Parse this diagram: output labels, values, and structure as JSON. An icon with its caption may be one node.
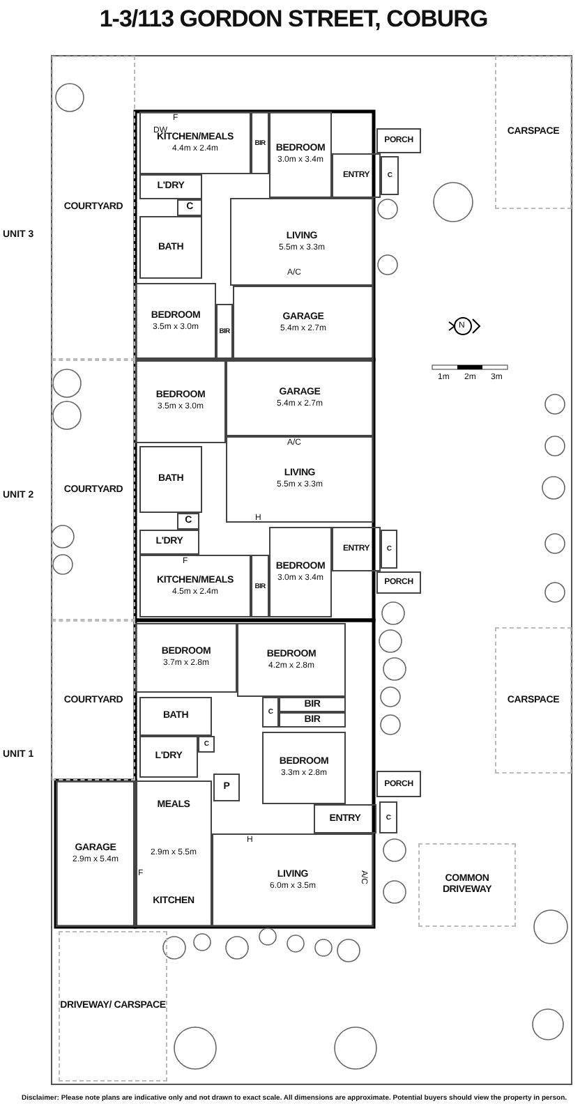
{
  "diagram": {
    "title": "1-3/113 GORDON STREET, COBURG",
    "caption": "Disclaimer: Please note plans are indicative only and not drawn to exact scale. All dimensions are approximate. Potential buyers should view the property in person.",
    "nodes": [
      {
        "text": [
          "CARSPACE"
        ]
      },
      {
        "text": [
          "KITCHEN/MEALS",
          "4.4m x 2.4m"
        ]
      },
      {
        "text": [
          "BIR"
        ]
      },
      {
        "text": [
          "BEDROOM",
          "3.0m x 3.4m"
        ]
      },
      {
        "text": [
          "PORCH"
        ]
      },
      {
        "text": [
          "ENTRY"
        ]
      },
      {
        "text": [
          "C"
        ]
      },
      {
        "text": [
          "L'DRY"
        ]
      },
      {
        "text": [
          "C"
        ]
      },
      {
        "text": [
          "BATH"
        ]
      },
      {
        "text": [
          "LIVING",
          "5.5m x 3.3m"
        ]
      },
      {
        "text": [
          "COURTYARD"
        ]
      },
      {
        "text": [
          "BEDROOM",
          "3.5m x 3.0m"
        ]
      },
      {
        "text": [
          "BIR"
        ]
      },
      {
        "text": [
          "GARAGE",
          "5.4m x 2.7m"
        ]
      },
      {
        "text": [
          "BEDROOM",
          "3.5m x 3.0m"
        ]
      },
      {
        "text": [
          "GARAGE",
          "5.4m x 2.7m"
        ]
      },
      {
        "text": [
          "BATH"
        ]
      },
      {
        "text": [
          "LIVING",
          "5.5m x 3.3m"
        ]
      },
      {
        "text": [
          "COURTYARD"
        ]
      },
      {
        "text": [
          "C"
        ]
      },
      {
        "text": [
          "L'DRY"
        ]
      },
      {
        "text": [
          "ENTRY"
        ]
      },
      {
        "text": [
          "C"
        ]
      },
      {
        "text": [
          "KITCHEN/MEALS",
          "4.5m x 2.4m"
        ]
      },
      {
        "text": [
          "BIR"
        ]
      },
      {
        "text": [
          "BEDROOM",
          "3.0m x 3.4m"
        ]
      },
      {
        "text": [
          "PORCH"
        ]
      },
      {
        "text": [
          "BEDROOM",
          "3.7m x 2.8m"
        ]
      },
      {
        "text": [
          "BEDROOM",
          "4.2m x 2.8m"
        ]
      },
      {
        "text": [
          "CARSPACE"
        ]
      },
      {
        "text": [
          "COURTYARD"
        ]
      },
      {
        "text": [
          "BATH"
        ]
      },
      {
        "text": [
          "C"
        ]
      },
      {
        "text": [
          "BIR"
        ]
      },
      {
        "text": [
          "BIR"
        ]
      },
      {
        "text": [
          "C"
        ]
      },
      {
        "text": [
          "L'DRY"
        ]
      },
      {
        "text": [
          "BEDROOM",
          "3.3m x 2.8m"
        ]
      },
      {
        "text": [
          "P"
        ]
      },
      {
        "text": [
          "PORCH"
        ]
      },
      {
        "text": [
          "MEALS",
          "2.9m x 5.5m",
          "KITCHEN"
        ]
      },
      {
        "text": [
          "ENTRY"
        ]
      },
      {
        "text": [
          "C"
        ]
      },
      {
        "text": [
          "GARAGE",
          "2.9m x 5.4m"
        ]
      },
      {
        "text": [
          "LIVING",
          "6.0m x 3.5m"
        ]
      },
      {
        "text": [
          "COMMON DRIVEWAY"
        ]
      },
      {
        "text": [
          "DRIVEWAY/ CARSPACE"
        ]
      }
    ],
    "edges": [],
    "labels": [
      "UNIT 3",
      "F",
      "DW",
      "A/C",
      "N",
      "1m",
      "2m",
      "3m",
      "UNIT 2",
      "A/C",
      "H",
      "F",
      "UNIT 1",
      "H",
      "A/C",
      "F"
    ]
  }
}
